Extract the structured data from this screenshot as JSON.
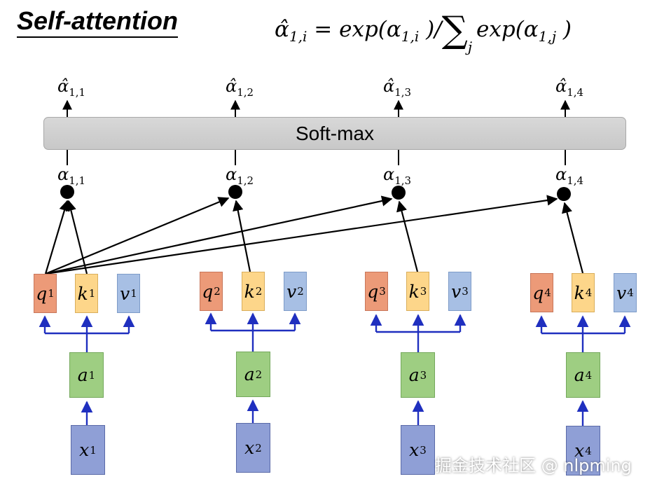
{
  "title": "Self-attention",
  "formula": {
    "lhs_sym": "α̂",
    "lhs_sub": "1,i",
    "eq": " = ",
    "exp1": "exp(α",
    "exp1_sub": "1,i",
    "close1": " )/",
    "sigma": "∑",
    "sigma_sub": "j",
    "exp2": "exp(α",
    "exp2_sub": "1,j",
    "close2": " )"
  },
  "softmax_label": "Soft-max",
  "outputs": [
    {
      "sym": "α̂",
      "sub": "1,1"
    },
    {
      "sym": "α̂",
      "sub": "1,2"
    },
    {
      "sym": "α̂",
      "sub": "1,3"
    },
    {
      "sym": "α̂",
      "sub": "1,4"
    }
  ],
  "scores": [
    {
      "sym": "α",
      "sub": "1,1"
    },
    {
      "sym": "α",
      "sub": "1,2"
    },
    {
      "sym": "α",
      "sub": "1,3"
    },
    {
      "sym": "α",
      "sub": "1,4"
    }
  ],
  "columns": [
    {
      "q": "q",
      "k": "k",
      "v": "v",
      "a": "a",
      "x": "x",
      "idx": "1"
    },
    {
      "q": "q",
      "k": "k",
      "v": "v",
      "a": "a",
      "x": "x",
      "idx": "2"
    },
    {
      "q": "q",
      "k": "k",
      "v": "v",
      "a": "a",
      "x": "x",
      "idx": "3"
    },
    {
      "q": "q",
      "k": "k",
      "v": "v",
      "a": "a",
      "x": "x",
      "idx": "4"
    }
  ],
  "colors": {
    "q": "#ec9a78",
    "k": "#fdd68a",
    "v": "#a7bfe4",
    "a": "#9ece82",
    "x": "#8f9fd6",
    "blue_arrow": "#1f2fbf"
  },
  "watermark": "掘金技术社区 @ nlpming"
}
